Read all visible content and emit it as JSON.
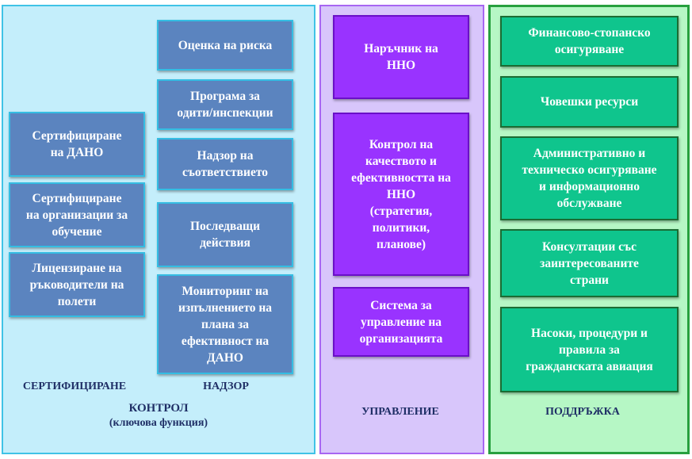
{
  "control": {
    "certification_items": [
      "Сертифициране\nна ДАНО",
      "Сертифициране\nна организации за\nобучение",
      "Лицензиране на\nръководители на\nполети"
    ],
    "oversight_items": [
      "Оценка на риска",
      "Програма за\nодити/инспекции",
      "Надзор на\nсъответствието",
      "Последващи\nдействия",
      "Мониторинг на\nизпълнението на\nплана за\nефективност на\nДАНО"
    ],
    "certification_label": "СЕРТИФИЦИРАНЕ",
    "oversight_label": "НАДЗОР",
    "title": "КОНТРОЛ",
    "subtitle": "(ключова  функция)"
  },
  "management": {
    "items": [
      "Наръчник на\nННО",
      "Контрол на\nкачеството и\nефективността на\nННО\n(стратегия,\nполитики,\nпланове)",
      "Система за\nуправление на\nорганизацията"
    ],
    "label": "УПРАВЛЕНИЕ"
  },
  "support": {
    "items": [
      "Финансово-стопанско\nосигуряване",
      "Човешки ресурси",
      "Административно и\nтехническо осигуряване\nи информационно\nобслужване",
      "Консултации със\nзаинтересованите\nстрани",
      "Насоки, процедури и\nправила за\nгражданската авиация"
    ],
    "label": "ПОДДРЪЖКА"
  },
  "colors": {
    "control_bg": "#c4eefb",
    "control_box": "#5b84bf",
    "management_bg": "#d8c6fb",
    "management_box": "#9933ff",
    "support_bg": "#b6f7c5",
    "support_box": "#0fc58d",
    "label_text": "#1f2f66"
  }
}
